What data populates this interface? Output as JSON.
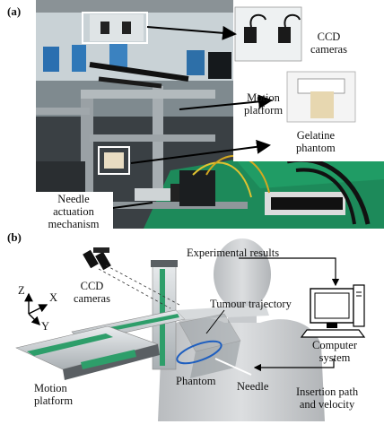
{
  "panel_a": {
    "label": "(a)",
    "callouts": {
      "ccd_line1": "CCD",
      "ccd_line2": "cameras",
      "motion_line1": "Motion",
      "motion_line2": "platform",
      "gelatine_line1": "Gelatine",
      "gelatine_line2": "phantom",
      "needle_line1": "Needle",
      "needle_line2": "actuation",
      "needle_line3": "mechanism"
    }
  },
  "panel_b": {
    "label": "(b)",
    "axes": {
      "z": "Z",
      "x": "X",
      "y": "Y"
    },
    "labels": {
      "ccd_line1": "CCD",
      "ccd_line2": "cameras",
      "experimental_results": "Experimental results",
      "tumour_trajectory": "Tumour trajectory",
      "motion_line1": "Motion",
      "motion_line2": "platform",
      "phantom": "Phantom",
      "needle": "Needle",
      "computer_line1": "Computer",
      "computer_line2": "system",
      "insertion_line1": "Insertion path",
      "insertion_line2": "and velocity"
    }
  },
  "colors": {
    "rail_green": "#2e9e6a",
    "floor_green": "#1d8a5a",
    "trajectory_blue": "#1f5fbf"
  }
}
